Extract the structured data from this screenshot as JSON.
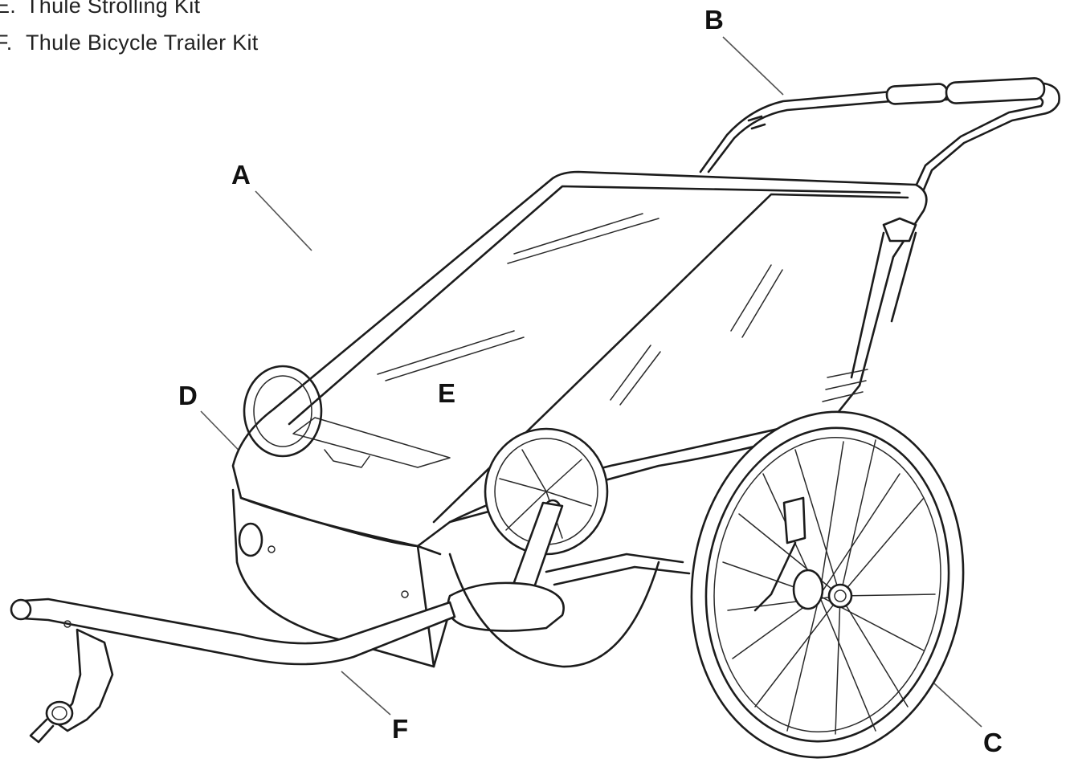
{
  "legend": {
    "items": [
      {
        "letter": "E.",
        "text": "Thule Strolling Kit"
      },
      {
        "letter": "F.",
        "text": "Thule Bicycle Trailer Kit"
      }
    ]
  },
  "callouts": {
    "a": "A",
    "b": "B",
    "c": "C",
    "d": "D",
    "e": "E",
    "f": "F"
  }
}
